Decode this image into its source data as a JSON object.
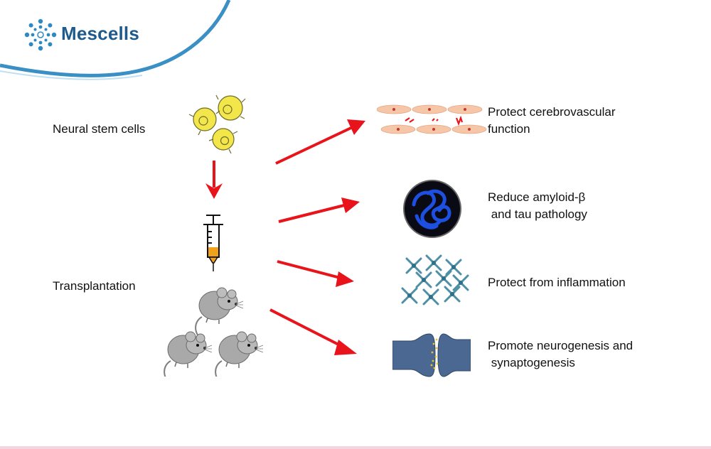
{
  "brand": {
    "name": "Mescells",
    "colors": {
      "wave": "#3a8fc4",
      "wave_light": "#bfe0f2",
      "text": "#1f5a8c"
    }
  },
  "left": {
    "neural_stem_cells": "Neural stem cells",
    "transplantation": "Transplantation"
  },
  "outcomes": [
    {
      "lines": [
        "Protect cerebrovascular",
        "function"
      ],
      "icon": "blood-vessel-icon"
    },
    {
      "lines": [
        "Reduce amyloid-β",
        " and tau pathology"
      ],
      "icon": "amyloid-plaque-icon"
    },
    {
      "lines": [
        "Protect from inflammation"
      ],
      "icon": "microglia-icon"
    },
    {
      "lines": [
        "Promote neurogenesis and",
        " synaptogenesis"
      ],
      "icon": "synapse-icon"
    }
  ],
  "colors": {
    "arrow": "#e8131b",
    "cell": "#f2e64a",
    "mouse": "#a9a9a9",
    "vessel": "#f6c6a8",
    "neuron": "#4a6891",
    "plaque": "#1d4fe0"
  }
}
